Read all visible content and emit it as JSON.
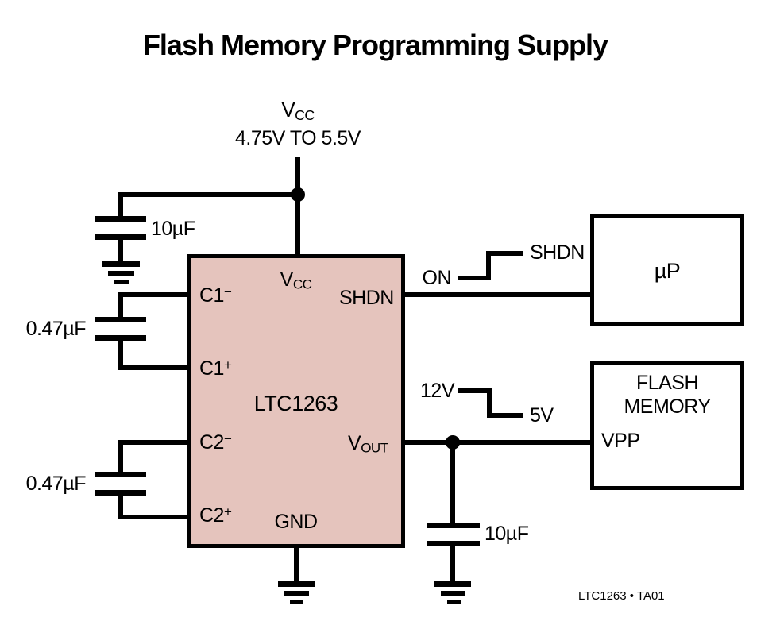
{
  "title": "Flash Memory Programming Supply",
  "supply": {
    "name_base": "V",
    "name_sub": "CC",
    "range": "4.75V TO 5.5V"
  },
  "chip": {
    "part": "LTC1263",
    "pins": {
      "c1m_base": "C1",
      "c1m_sign": "−",
      "c1p_base": "C1",
      "c1p_sign": "+",
      "c2m_base": "C2",
      "c2m_sign": "−",
      "c2p_base": "C2",
      "c2p_sign": "+",
      "vcc_base": "V",
      "vcc_sub": "CC",
      "shdn": "SHDN",
      "vout_base": "V",
      "vout_sub": "OUT",
      "gnd": "GND"
    }
  },
  "capacitors": {
    "input": "10µF",
    "fly1": "0.47µF",
    "fly2": "0.47µF",
    "output": "10µF"
  },
  "waveforms": {
    "shdn": {
      "low": "ON",
      "high": "SHDN"
    },
    "vpp": {
      "high": "12V",
      "low": "5V"
    }
  },
  "blocks": {
    "micro": "µP",
    "flash_line1": "FLASH",
    "flash_line2": "MEMORY",
    "flash_pin": "VPP"
  },
  "footer": "LTC1263 • TA01",
  "colors": {
    "chip_fill": "#e5c4bd",
    "line": "#000000"
  }
}
